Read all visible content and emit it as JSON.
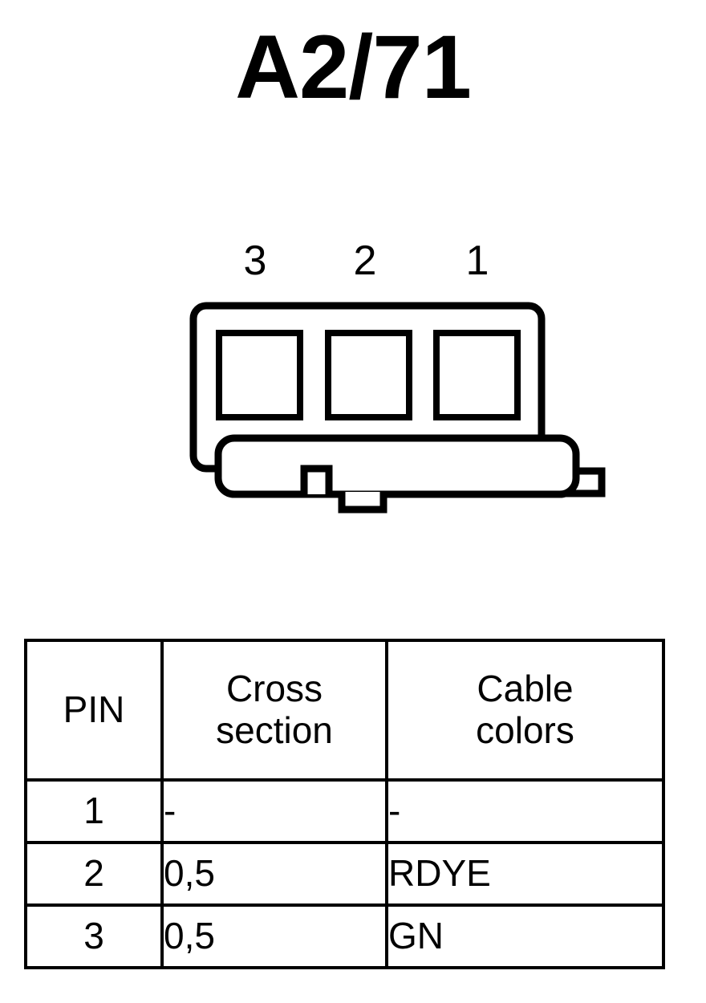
{
  "title": "A2/71",
  "connector": {
    "name": "3-way connector front view",
    "pin_labels": [
      "3",
      "2",
      "1"
    ],
    "cavity_count": 3,
    "line_color": "#000000",
    "fill_color": "#ffffff"
  },
  "table": {
    "headers": [
      "PIN",
      "Cross section",
      "Cable colors"
    ],
    "header_lines": [
      [
        "PIN"
      ],
      [
        "Cross",
        "section"
      ],
      [
        "Cable",
        "colors"
      ]
    ],
    "rows": [
      {
        "pin": "1",
        "cross_section": "-",
        "cable_colors": "-"
      },
      {
        "pin": "2",
        "cross_section": "0,5",
        "cable_colors": "RDYE"
      },
      {
        "pin": "3",
        "cross_section": "0,5",
        "cable_colors": "GN"
      }
    ]
  }
}
